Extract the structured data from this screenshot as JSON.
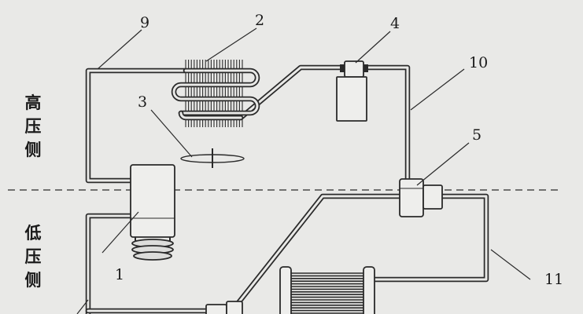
{
  "labels": {
    "high_side": "高压侧",
    "low_side": "低压侧"
  },
  "callouts": [
    "1",
    "2",
    "3",
    "4",
    "5",
    "9",
    "10",
    "11"
  ],
  "colors": {
    "ink": "#2a2a2a",
    "paper": "#e9e9e7"
  }
}
